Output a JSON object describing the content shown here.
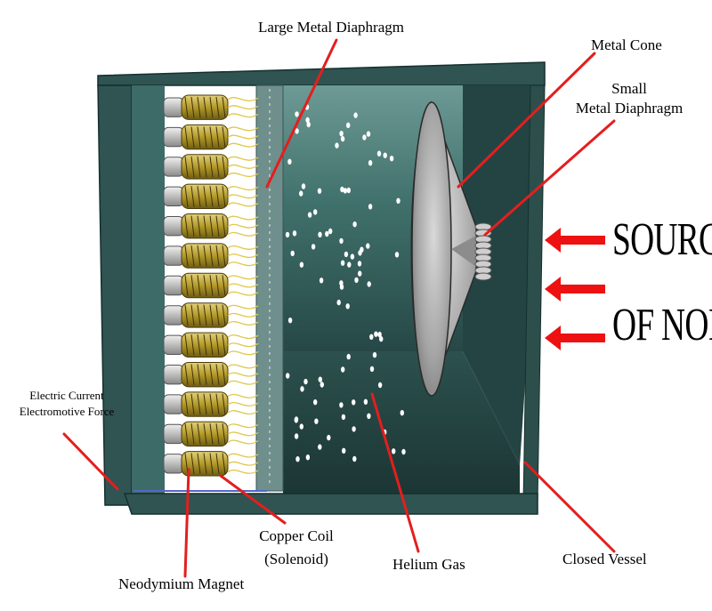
{
  "labels": {
    "large_metal_diaphragm": "Large Metal Diaphragm",
    "metal_cone": "Metal Cone",
    "small_metal_diaphragm_line1": "Small",
    "small_metal_diaphragm_line2": "Metal Diaphragm",
    "source_line1": "SOURCE",
    "source_line2": "OF NOISE",
    "electric_current_line1": "Electric Current",
    "electric_current_line2": "Electromotive Force",
    "copper_coil_line1": "Copper Coil",
    "copper_coil_line2": "(Solenoid)",
    "helium_gas": "Helium Gas",
    "closed_vessel": "Closed Vessel",
    "neodymium_magnet": "Neodymium Magnet"
  },
  "colors": {
    "vessel_frame": "#2f5452",
    "vessel_dark": "#1e3a38",
    "vessel_side": "#3b6764",
    "coil": "#c8b23a",
    "pointer": "#e41e1e",
    "arrow": "#ee1111",
    "cone": "#9a9a9a"
  },
  "coil_count": 13,
  "arrow_count": 3
}
